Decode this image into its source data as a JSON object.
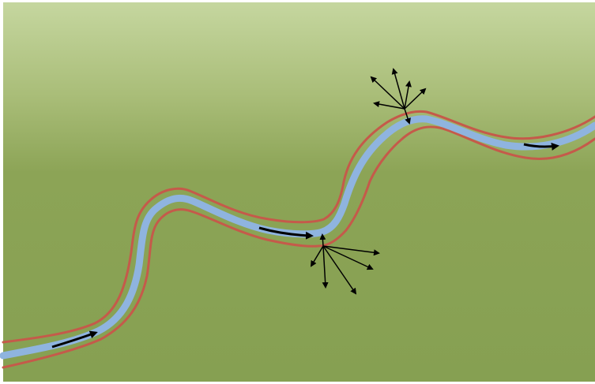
{
  "diagram": {
    "colors": {
      "background_top": "#c6d7a0",
      "background_mid": "#9bb06a",
      "background_bottom": "#86a052",
      "river_center": "#8fb4df",
      "river_bank": "#c55a4a",
      "flow_arrow": "#000000",
      "spray_arrow": "#000000"
    },
    "elements": {
      "river": "river-channel",
      "banks": "river-bank-outlines",
      "flow_arrows": "downstream-flow-arrows",
      "dispersal_bursts": "dispersal-arrow-bursts"
    }
  }
}
